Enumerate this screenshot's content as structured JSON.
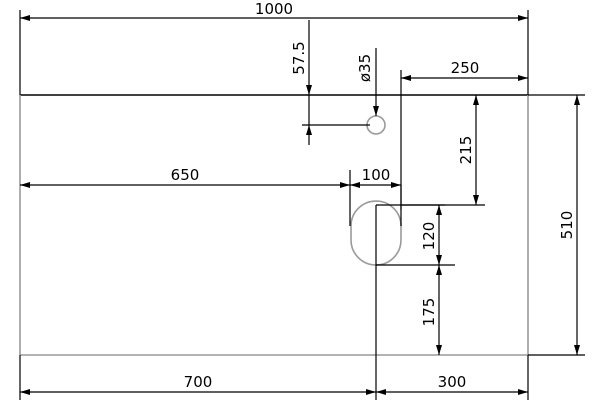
{
  "drawing": {
    "line_color": "#000000",
    "outline_color": "#9a9a9a",
    "dimensions": {
      "overall_width": "1000",
      "hole_offset": "57.5",
      "hole_diameter": "ø35",
      "right_offset_top": "250",
      "right_offset_215": "215",
      "overall_height": "510",
      "left_offset_650": "650",
      "slot_width": "100",
      "slot_height": "120",
      "bottom_offset_175": "175",
      "bottom_left_700": "700",
      "bottom_right_300": "300"
    }
  }
}
